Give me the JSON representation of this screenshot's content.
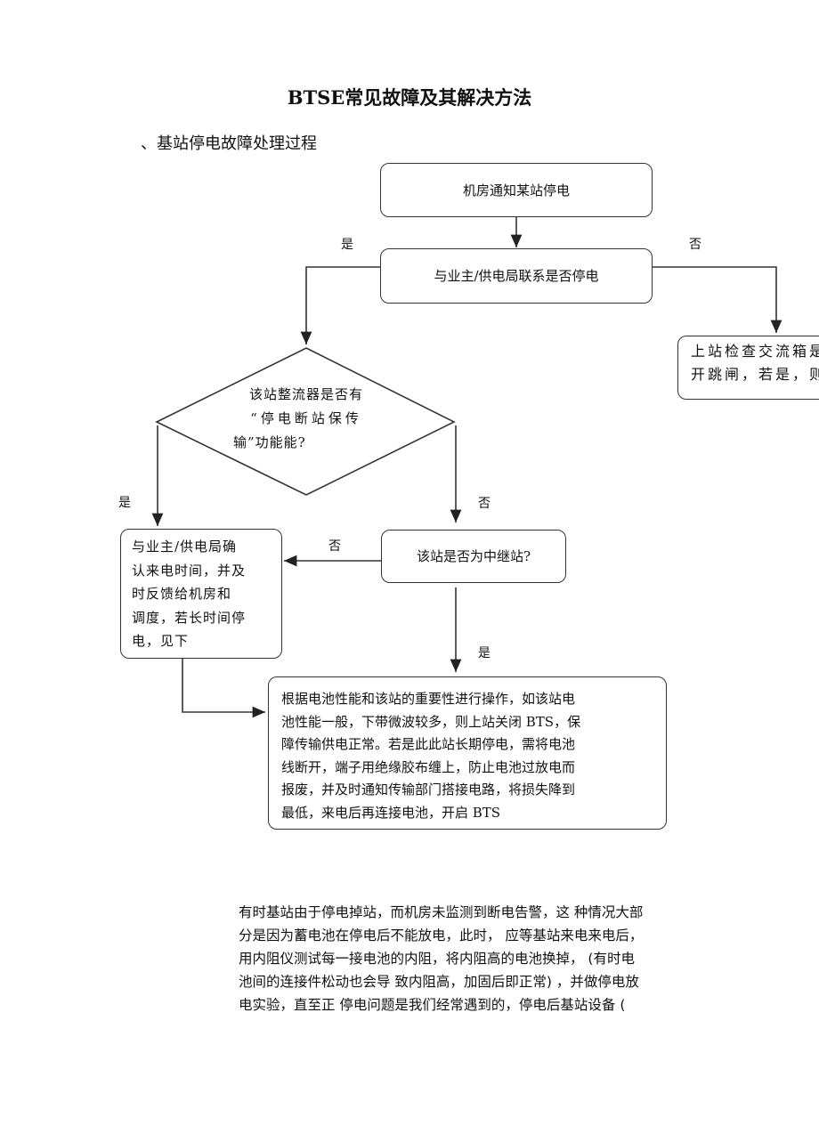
{
  "title": "BTSE常见故障及其解决方法",
  "section": "、基站停电故障处理过程",
  "flow": {
    "start": "机房通知某站停电",
    "contact": "与业主/供电局联系是否停电",
    "check_box": [
      "上站检查交流箱是",
      "开跳闸，若是，则"
    ],
    "diamond": [
      "该站整流器是否有",
      "“停电断站保传",
      "输”功能能?"
    ],
    "confirm_box": [
      "与业主/供电局确",
      "认来电时间，并及",
      "时反馈给机房和",
      "调度，若长时间停",
      "电，见下"
    ],
    "relay": "该站是否为中继站?",
    "operate_box": [
      "根据电池性能和该站的重要性进行操作，如该站电",
      "池性能一般，下带微波较多，则上站关闭 BTS，保",
      "障传输供电正常。若是此此站长期停电，需将电池",
      "线断开，端子用绝缘胶布缠上，防止电池过放电而",
      "报废，并及时通知传输部门搭接电路，将损失降到",
      "最低，来电后再连接电池，开启 BTS"
    ],
    "labels": {
      "yes_top": "是",
      "no_top": "否",
      "yes_left": "是",
      "no_diamond": "否",
      "no_relay": "否",
      "yes_relay": "是"
    }
  },
  "paragraph": [
    "有时基站由于停电掉站，而机房未监测到断电告警，这  种情况大部",
    "分是因为蓄电池在停电后不能放电，此时，  应等基站来电来电后，",
    "用内阻仪测试每一接电池的内阻，将内阻高的电池换掉，  (有时电",
    "池间的连接件松动也会导  致内阻高，加固后即正常)  ，并做停电放",
    "电实验，直至正  停电问题是我们经常遇到的，停电后基站设备 ("
  ]
}
